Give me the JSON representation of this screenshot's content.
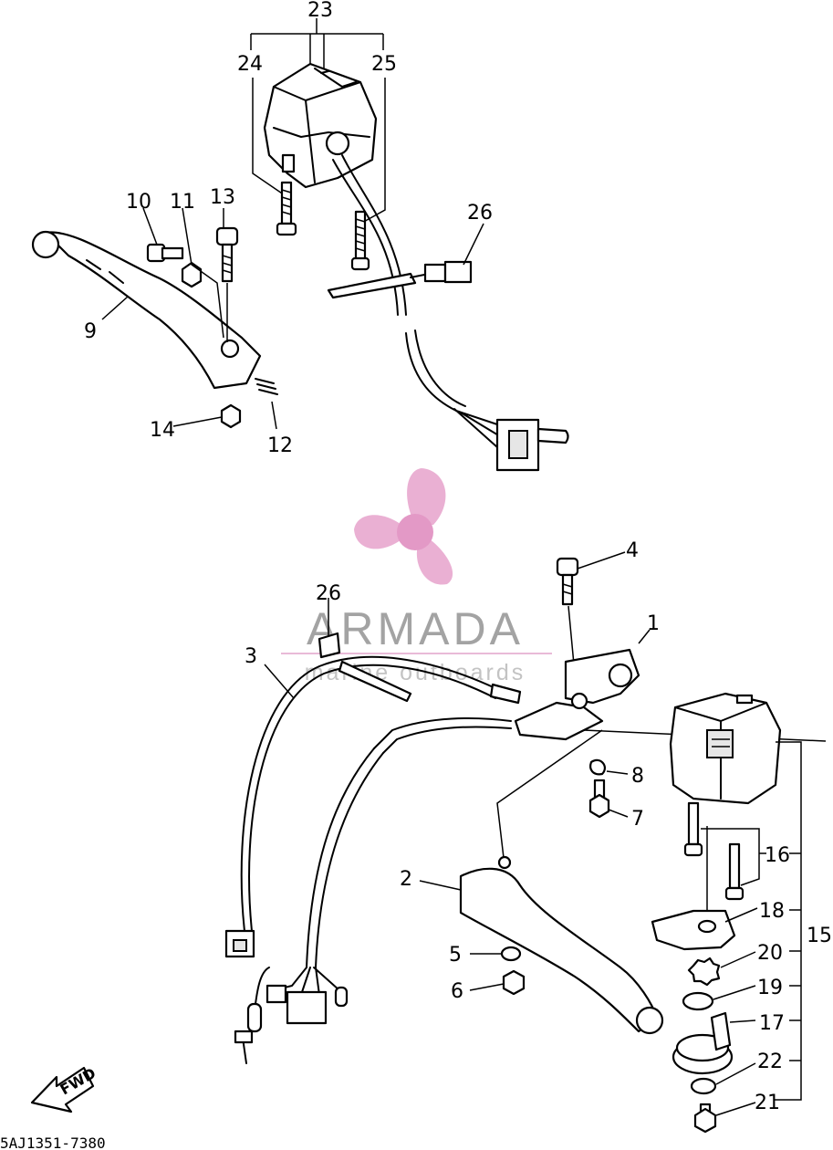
{
  "callouts": {
    "c1": "1",
    "c2": "2",
    "c3": "3",
    "c4": "4",
    "c5": "5",
    "c6": "6",
    "c7": "7",
    "c8": "8",
    "c9": "9",
    "c10": "10",
    "c11": "11",
    "c12": "12",
    "c13": "13",
    "c14": "14",
    "c15": "15",
    "c16": "16",
    "c17": "17",
    "c18": "18",
    "c19": "19",
    "c20": "20",
    "c21": "21",
    "c22": "22",
    "c23": "23",
    "c24": "24",
    "c25": "25",
    "c26_top": "26",
    "c26_bottom": "26"
  },
  "watermark": {
    "brand": "ARMADA",
    "tagline": "marine outboards",
    "colors": {
      "propeller": "#e8a8cf",
      "hub": "#e08ec0",
      "brand": "#9a9a9a",
      "tagline": "#bdbdbd",
      "rule": "#e7b3d3"
    }
  },
  "direction_arrow": {
    "label": "FWD"
  },
  "drawing_code": "5AJ1351-7380"
}
